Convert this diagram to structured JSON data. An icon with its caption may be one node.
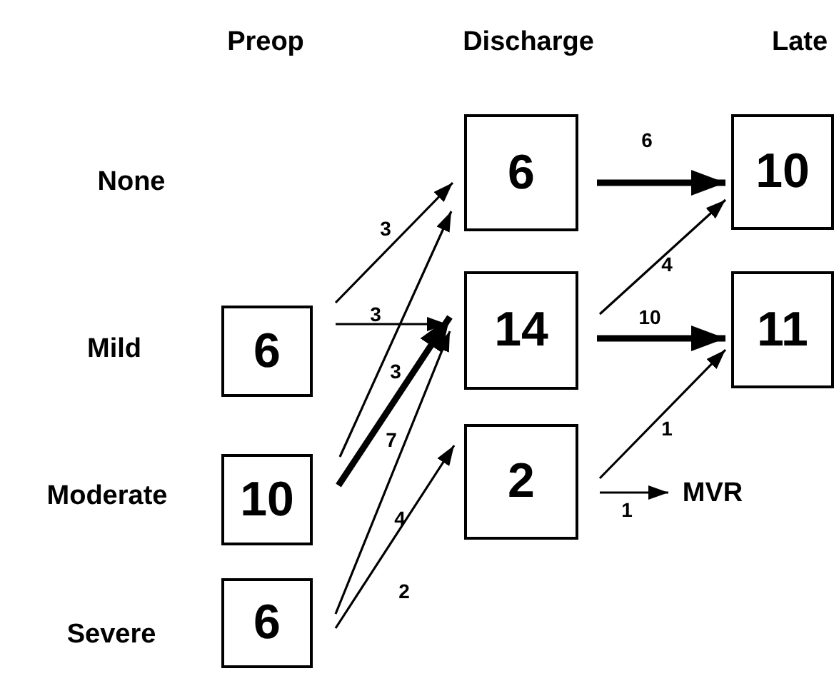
{
  "diagram": {
    "nodes": [
      {
        "text": [
          "6"
        ]
      },
      {
        "text": [
          "10"
        ]
      },
      {
        "text": [
          "6"
        ]
      },
      {
        "text": [
          "6"
        ]
      },
      {
        "text": [
          "14"
        ]
      },
      {
        "text": [
          "2"
        ]
      },
      {
        "text": [
          "10"
        ]
      },
      {
        "text": [
          "11"
        ]
      },
      {
        "text": [
          "MVR"
        ]
      }
    ],
    "edges": [
      {
        "from": 0,
        "to": 3,
        "arrow": "to",
        "label": "3"
      },
      {
        "from": 0,
        "to": 4,
        "arrow": "to",
        "label": "3"
      },
      {
        "from": 1,
        "to": 3,
        "arrow": "to",
        "label": "3"
      },
      {
        "from": 1,
        "to": 4,
        "arrow": "to",
        "label": "7",
        "style": "thick"
      },
      {
        "from": 2,
        "to": 4,
        "arrow": "to",
        "label": "4"
      },
      {
        "from": 2,
        "to": 5,
        "arrow": "to",
        "label": "2"
      },
      {
        "from": 3,
        "to": 6,
        "arrow": "to",
        "label": "6",
        "style": "thick"
      },
      {
        "from": 4,
        "to": 6,
        "arrow": "to",
        "label": "4"
      },
      {
        "from": 4,
        "to": 7,
        "arrow": "to",
        "label": "10",
        "style": "thick"
      },
      {
        "from": 5,
        "to": 7,
        "arrow": "to",
        "label": "1"
      },
      {
        "from": 5,
        "to": 8,
        "arrow": "to",
        "label": "1"
      }
    ],
    "labels": [
      "Preop",
      "Discharge",
      "Late",
      "None",
      "Mild",
      "Moderate",
      "Severe"
    ]
  }
}
